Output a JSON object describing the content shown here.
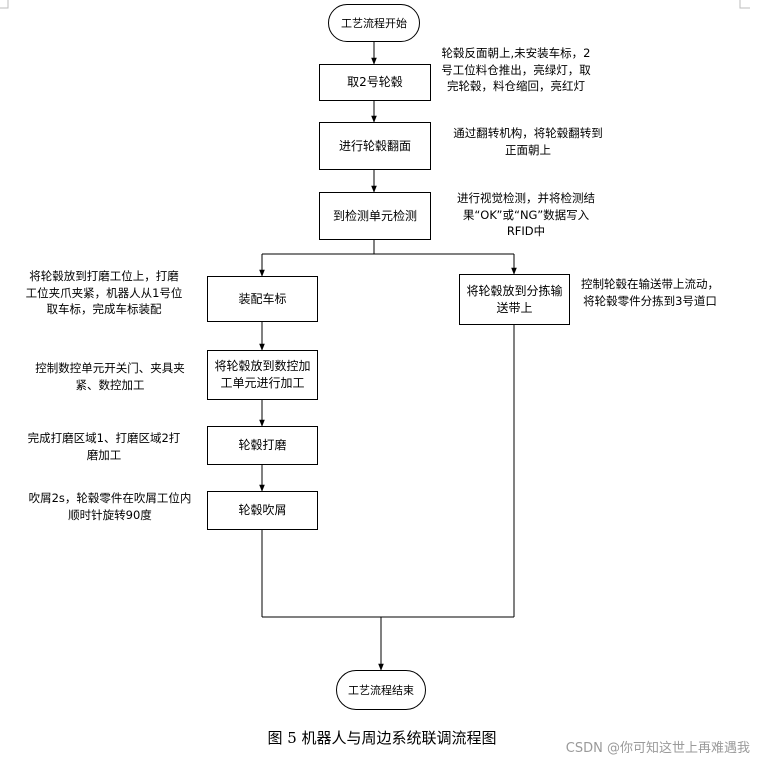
{
  "nodes": {
    "start": "工艺流程开始",
    "take_hub": "取2号轮毂",
    "flip": "进行轮毂翻面",
    "inspect": "到检测单元检测",
    "assemble": "装配车标",
    "sort": "将轮毂放到分拣输送带上",
    "cnc": "将轮毂放到数控加工单元进行加工",
    "grind": "轮毂打磨",
    "blow": "轮毂吹屑",
    "end": "工艺流程结束"
  },
  "notes": {
    "take_hub": "轮毂反面朝上,未安装车标，2号工位料仓推出，亮绿灯，取完轮毂，料仓缩回，亮红灯",
    "flip": "通过翻转机构，将轮毂翻转到正面朝上",
    "inspect": "进行视觉检测，并将检测结果“OK”或“NG”数据写入RFID中",
    "assemble": "将轮毂放到打磨工位上，打磨工位夹爪夹紧，机器人从1号位取车标，完成车标装配",
    "sort": "控制轮毂在输送带上流动，将轮毂零件分拣到3号道口",
    "cnc": "控制数控单元开关门、夹具夹紧、数控加工",
    "grind": "完成打磨区域1、打磨区域2打磨加工",
    "blow": "吹屑2s，轮毂零件在吹屑工位内顺时针旋转90度"
  },
  "caption": "图 5 机器人与周边系统联调流程图",
  "watermark": "CSDN @你可知这世上再难遇我"
}
